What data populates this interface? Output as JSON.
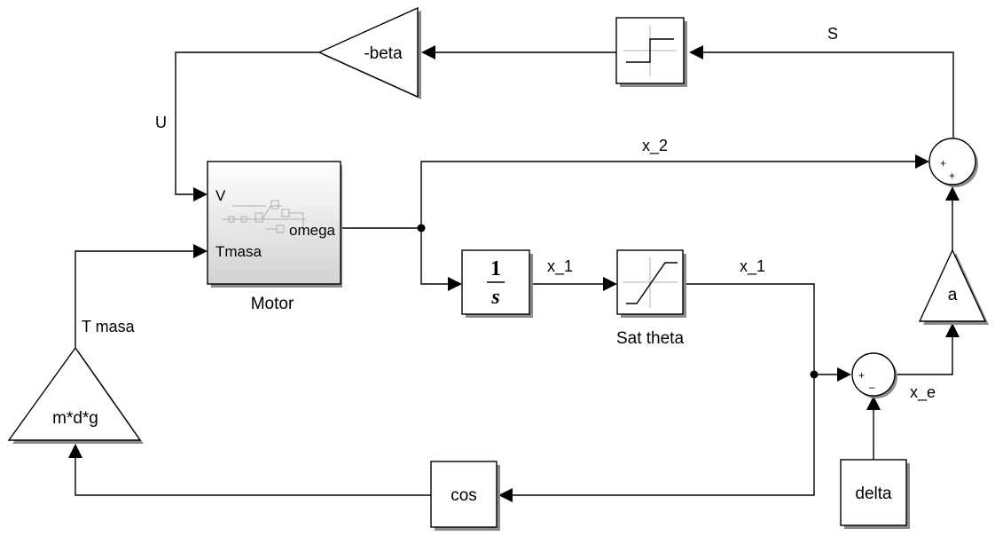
{
  "blocks": {
    "gain_beta": "-beta",
    "gain_a": "a",
    "gain_mdg": "m*d*g",
    "integrator_num": "1",
    "integrator_den": "s",
    "cos": "cos",
    "delta": "delta",
    "motor_name": "Motor",
    "motor_in_v": "V",
    "motor_in_tmasa": "Tmasa",
    "motor_out_omega": "omega",
    "saturation_name": "Sat theta",
    "sum_top_signs": [
      "+",
      "+"
    ],
    "sum_bottom_signs": [
      "+",
      "–"
    ]
  },
  "signals": {
    "S": "S",
    "U": "U",
    "x2": "x_2",
    "x1_a": "x_1",
    "x1_b": "x_1",
    "xe": "x_e",
    "tmasa": "T masa"
  },
  "colors": {
    "line": "#000000",
    "block_fill": "#ffffff",
    "shadow": "#8a8a8a",
    "motor_gradient_top": "#ffffff",
    "motor_gradient_bottom": "#d2d2d2",
    "motor_icon": "#b0b0b0"
  }
}
